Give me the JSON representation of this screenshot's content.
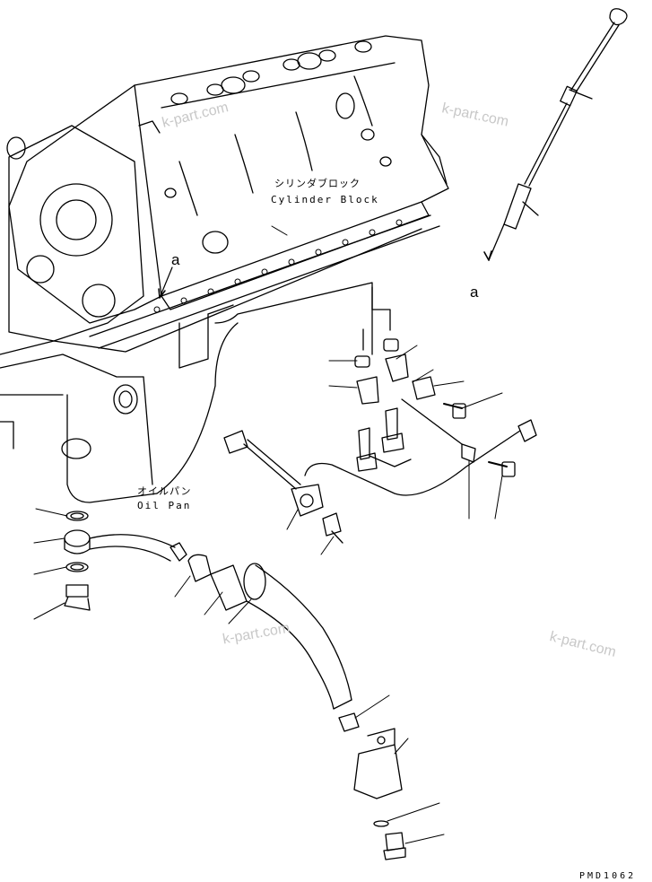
{
  "labels": {
    "cylinder_block_jp": "シリンダブロック",
    "cylinder_block_en": "Cylinder Block",
    "oil_pan_jp": "オイルパン",
    "oil_pan_en": "Oil Pan",
    "ref_a_left": "a",
    "ref_a_right": "a",
    "drawing_code": "PMD1062"
  },
  "watermarks": [
    "k-part.com",
    "k-part.com",
    "k-part.com",
    "k-part.com"
  ]
}
